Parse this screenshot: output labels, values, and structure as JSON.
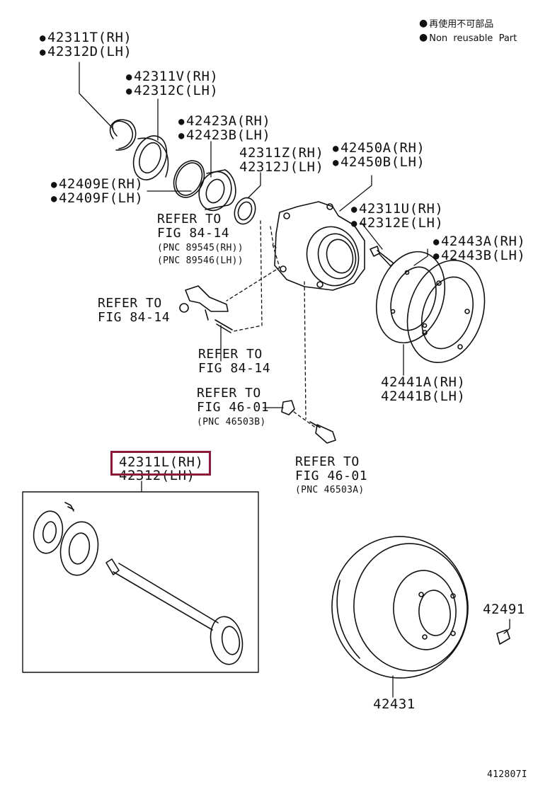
{
  "legend": {
    "line1": "再使用不可部品",
    "line2": "Non  reusable  Part"
  },
  "callouts": {
    "c42311T": [
      "42311T(RH)",
      "42312D(LH)"
    ],
    "c42311V": [
      "42311V(RH)",
      "42312C(LH)"
    ],
    "c42423A": [
      "42423A(RH)",
      "42423B(LH)"
    ],
    "c42311Z": [
      "42311Z(RH)",
      "42312J(LH)"
    ],
    "c42450A": [
      "42450A(RH)",
      "42450B(LH)"
    ],
    "c42409E": [
      "42409E(RH)",
      "42409F(LH)"
    ],
    "c42311U": [
      "42311U(RH)",
      "42312E(LH)"
    ],
    "c42443A": [
      "42443A(RH)",
      "42443B(LH)"
    ],
    "c42441A": [
      "42441A(RH)",
      "42441B(LH)"
    ],
    "c42311L": [
      "42311L(RH)",
      "42312(LH)"
    ],
    "c42491": "42491",
    "c42431": "42431"
  },
  "refers": {
    "r1": {
      "line1": "REFER TO",
      "line2": "FIG 84-14",
      "pnc1": "(PNC 89545(RH))",
      "pnc2": "(PNC 89546(LH))"
    },
    "r2": {
      "line1": "REFER TO",
      "line2": "FIG 84-14"
    },
    "r3": {
      "line1": "REFER TO",
      "line2": "FIG 84-14"
    },
    "r4": {
      "line1": "REFER TO",
      "line2": "FIG 46-01",
      "pnc": "(PNC 46503B)"
    },
    "r5": {
      "line1": "REFER TO",
      "line2": "FIG 46-01",
      "pnc": "(PNC 46503A)"
    }
  },
  "highlight_color": "#8b1a3a",
  "figure_id": "412807I"
}
